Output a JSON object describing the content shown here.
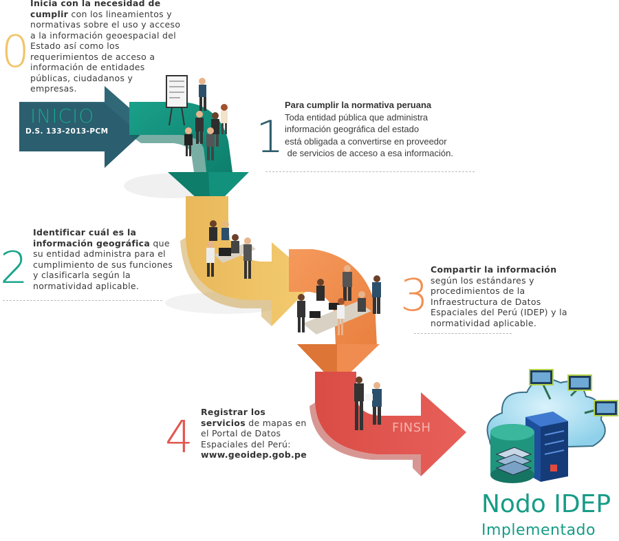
{
  "steps": [
    {
      "number": "0",
      "color": "#f1c46a",
      "bold": "Inicia con la necesidad de cumplir",
      "lines_bold": [
        "Inicia con la necesidad de",
        "cumplir"
      ],
      "rest_first": " con los lineamientos y",
      "lines": [
        "normativas sobre el uso y acceso",
        "a la información geoespacial del",
        "Estado así como los",
        "requerimientos de acceso a",
        "información de  entidades",
        "públicas, ciudadanos y",
        "empresas."
      ]
    },
    {
      "number": "1",
      "color": "#2e5d6d",
      "title": "Para cumplir la normativa peruana",
      "lines": [
        "Toda entidad pública que administra",
        "información geográfica del estado",
        "está obligada a convertirse en proveedor",
        " de servicios de acceso a esa información."
      ]
    },
    {
      "number": "2",
      "color": "#1aa58c",
      "lines_bold": [
        "Identificar cuál es la",
        "información geográfica"
      ],
      "rest_first": " que",
      "lines": [
        "su entidad administra para el",
        "cumplimiento de sus funciones",
        "y clasificarla según la",
        "normatividad aplicable."
      ]
    },
    {
      "number": "3",
      "color": "#f28f52",
      "title": "Compartir la información",
      "lines": [
        "según los estándares y",
        "procedimientos de la",
        "Infraestructura de Datos",
        "Espaciales del Perú (IDEP) y la",
        "normatividad aplicable."
      ]
    },
    {
      "number": "4",
      "color": "#e2564f",
      "lines_bold": [
        "Registrar los",
        "servicios"
      ],
      "rest_first": " de mapas en",
      "lines": [
        "el Portal de Datos",
        "Espaciales del Perú:"
      ],
      "url": "www.geoidep.gob.pe"
    }
  ],
  "inicio": {
    "label": "INICIO",
    "sublabel": "D.S. 133-2013-PCM"
  },
  "finish": {
    "label": "FINSH"
  },
  "node": {
    "title": "Nodo IDEP",
    "subtitle": "Implementado"
  },
  "colors": {
    "inicio": "#2b5e6e",
    "teal": "#13907b",
    "yellow": "#f0c468",
    "orange": "#f38f55",
    "red": "#e2564f",
    "node_text": "#179c86"
  }
}
